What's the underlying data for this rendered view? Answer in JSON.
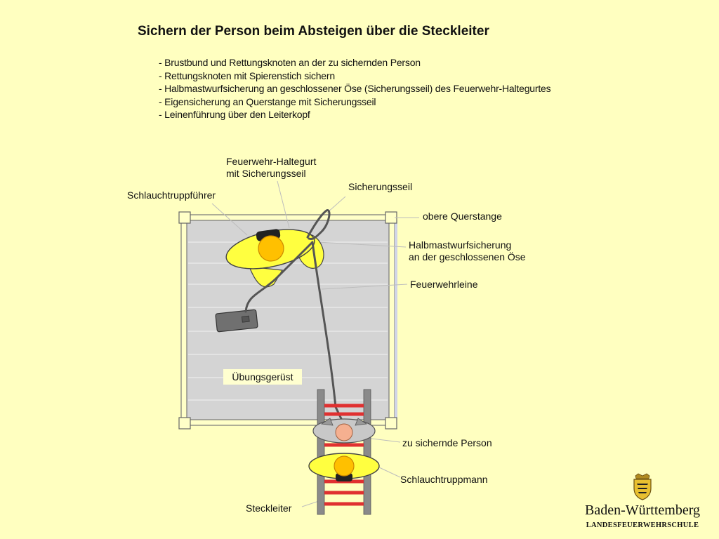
{
  "title": "Sichern der Person beim Absteigen über die Steckleiter",
  "bullets": [
    "- Brustbund und Rettungsknoten an der zu sichernden Person",
    "- Rettungsknoten mit Spierenstich sichern",
    "- Halbmastwurfsicherung an geschlossener Öse (Sicherungsseil) des Feuerwehr-Haltegurtes",
    "- Eigensicherung an Querstange mit Sicherungsseil",
    "- Leinenführung über den Leiterkopf"
  ],
  "labels": {
    "haltegurt_line1": "Feuerwehr-Haltegurt",
    "haltegurt_line2": "mit Sicherungsseil",
    "schlauchtruppfuehrer": "Schlauchtruppführer",
    "sicherungsseil": "Sicherungsseil",
    "obere_querstange": "obere Querstange",
    "halbmast_line1": "Halbmastwurfsicherung",
    "halbmast_line2": "an der geschlossenen Öse",
    "feuerwehrleine": "Feuerwehrleine",
    "uebungsgeruest": "Übungsgerüst",
    "zu_sichernde_person": "zu sichernde Person",
    "schlauchtruppmann": "Schlauchtruppmann",
    "steckleiter": "Steckleiter"
  },
  "logo": {
    "name": "Baden-Württemberg",
    "subtitle": "LANDESFEUERWEHRSCHULE"
  },
  "colors": {
    "background": "#ffffc0",
    "scaffold_fill": "#d4d4d4",
    "person_yellow": "#ffff40",
    "helmet_orange": "#ffc000",
    "rope": "#555555",
    "ladder_rung": "#e03030"
  }
}
